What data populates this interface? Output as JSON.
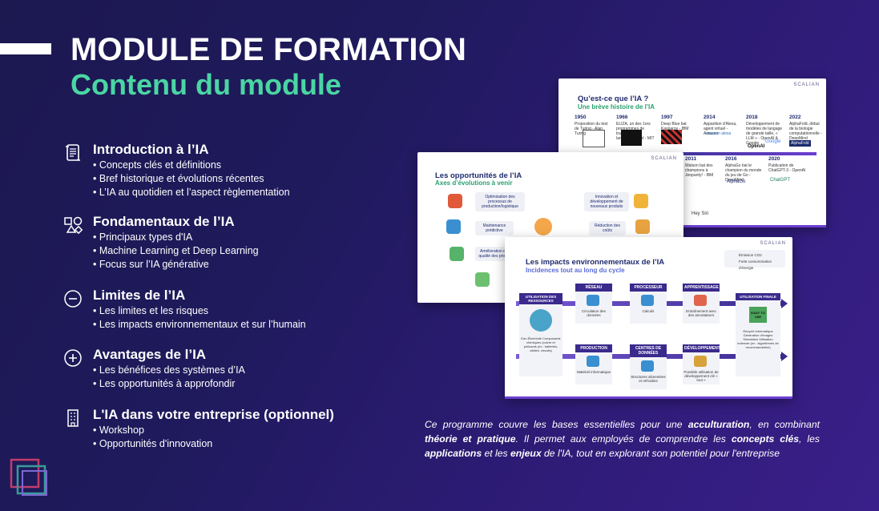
{
  "header": {
    "title": "MODULE DE FORMATION",
    "subtitle": "Contenu du module"
  },
  "sections": [
    {
      "icon": "scroll-icon",
      "title": "Introduction à l’IA",
      "items": [
        "Concepts clés et définitions",
        "Bref historique et évolutions récentes",
        "L’IA au quotidien et l’aspect règlementation"
      ]
    },
    {
      "icon": "shapes-icon",
      "title": "Fondamentaux de l’IA",
      "items": [
        "Principaux types d'IA",
        "Machine Learning et Deep Learning",
        "Focus sur l’IA générative"
      ]
    },
    {
      "icon": "minus-circle-icon",
      "title": "Limites de l’IA",
      "items": [
        "Les limites et les risques",
        "Les impacts environnementaux et sur l’humain"
      ]
    },
    {
      "icon": "plus-circle-icon",
      "title": "Avantages de l’IA",
      "items": [
        "Les bénéfices des systèmes d’IA",
        "Les opportunités à approfondir"
      ]
    },
    {
      "icon": "building-icon",
      "title": "L'IA dans votre entreprise (optionnel)",
      "items": [
        "Workshop",
        "Opportunités d'innovation"
      ]
    }
  ],
  "slide_history": {
    "logo": "SCALIAN",
    "title": "Qu’est-ce que l’IA ?",
    "subtitle": "Une brève histoire de l’IA",
    "years_top": [
      {
        "year": "1950",
        "text": "Proposition du test de Turing - Alan Turing"
      },
      {
        "year": "1966",
        "text": "ELIZA, un des 1ers programmes de traitement du langage naturel - MIT"
      },
      {
        "year": "1997",
        "text": "Deep Blue bat Kasparov - IBM"
      },
      {
        "year": "2014",
        "text": "Apparition d'Alexa, agent virtuel - Amazon"
      },
      {
        "year": "2018",
        "text": "Développement de modèles de langage de grande taille, « LLM » - OpenAI & Google"
      },
      {
        "year": "2022",
        "text": "AlphaFold, début de la biologie computationnelle - DeepMind"
      }
    ],
    "years_bottom": [
      {
        "year": "2011",
        "text": "Watson bat des champions à Jeopardy! - IBM"
      },
      {
        "year": "2016",
        "text": "AlphaGo bat le champion du monde du jeu de Go - DeepMind"
      },
      {
        "year": "2020",
        "text": "Publication de ChatGPT-3 - OpenAI"
      }
    ],
    "brand_labels": [
      "amazon alexa",
      "Google",
      "OpenAI",
      "AlphaFold",
      "AlphaGo",
      "ChatGPT",
      "Hey Siri"
    ]
  },
  "slide_opportunities": {
    "logo": "SCALIAN",
    "title": "Les opportunités de l’IA",
    "subtitle": "Axes d’évolutions à venir",
    "boxes": [
      "Optimisation des processus de production/logistique",
      "Maintenance prédictive",
      "Amélioration de la qualité des produits",
      "Innovation et développement de nouveaux produits",
      "Réduction des coûts"
    ]
  },
  "slide_impacts": {
    "logo": "SCALIAN",
    "title": "Les impacts environnementaux de l’IA",
    "subtitle": "Incidences tout au long du cycle",
    "legend": [
      "Émission CO2",
      "Forte consommation d'énergie"
    ],
    "start": {
      "label": "UTILISATION DES RESSOURCES",
      "text": "Eau Électricité Composants chimiques (cuivre et polluants (ex : batteries, câbles, circuits)"
    },
    "end": {
      "label": "UTILISATION FINALE",
      "text": "Recyclé informatique Génération d'images Simulation Utilisation indirecte (ex : algorithmes de recommandation)"
    },
    "top_stages": [
      {
        "label": "RÉSEAU",
        "text": "Circulation des données"
      },
      {
        "label": "PROCESSEUR",
        "text": "Calculs"
      },
      {
        "label": "APPRENTISSAGE",
        "text": "Entraînement avec des annotateurs"
      }
    ],
    "bottom_stages": [
      {
        "label": "PRODUCTION",
        "text": "Matériel informatique"
      },
      {
        "label": "CENTRES DE DONNÉES",
        "text": "Structures alimentées et refroidies"
      },
      {
        "label": "DÉVELOPPEMENT",
        "text": "Possible utilisation de développement clé « tout »"
      }
    ],
    "badge": "EASY TO USE"
  },
  "caption": {
    "p1": "Ce programme couvre les bases essentielles pour une ",
    "b1": "acculturation",
    "p2": ", en combinant ",
    "b2": "théorie et pratique",
    "p3": ". Il permet aux employés de comprendre les ",
    "b3": "concepts clés",
    "p4": ", les ",
    "b4": "applications",
    "p5": " et les ",
    "b5": "enjeux",
    "p6": " de l'IA, tout en explorant son potentiel pour l'entreprise"
  },
  "colors": {
    "background": "#1f1a5c",
    "accent": "#4ad6a3",
    "white": "#ffffff"
  }
}
